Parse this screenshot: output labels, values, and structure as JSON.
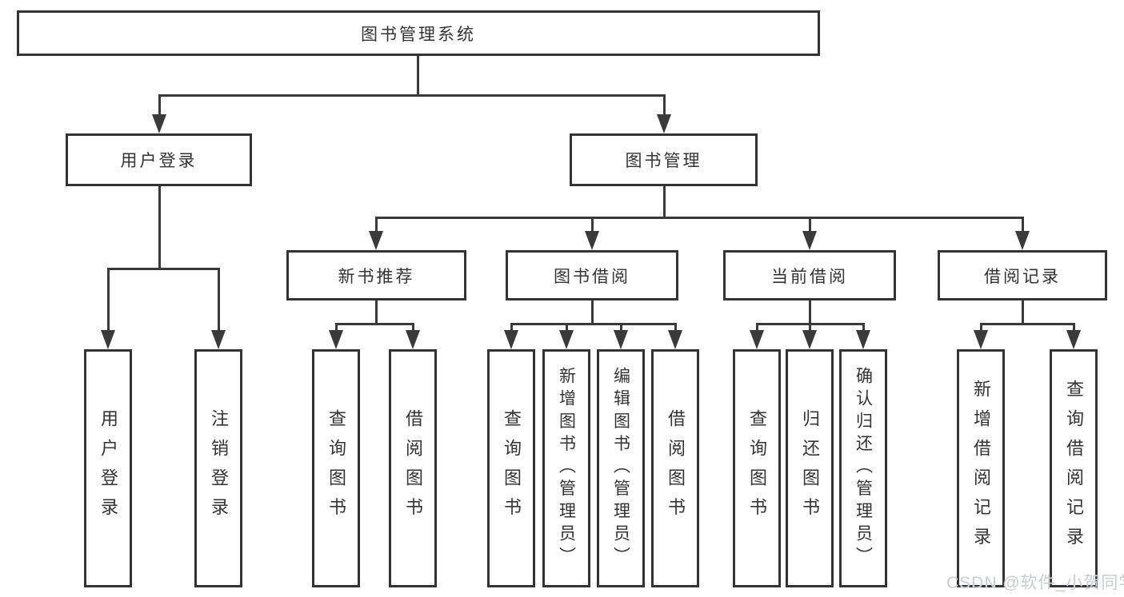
{
  "diagram": {
    "title": "图书管理系统",
    "level2": {
      "user_login": "用户登录",
      "book_management": "图书管理"
    },
    "level3": {
      "new_book_recommendation": "新书推荐",
      "book_borrowing": "图书借阅",
      "current_borrowing": "当前借阅",
      "borrowing_records": "借阅记录"
    },
    "leaves": {
      "user_login": [
        "用户登录",
        "注销登录"
      ],
      "new_book_recommendation": [
        "查询图书",
        "借阅图书"
      ],
      "book_borrowing": [
        "查询图书",
        "新增图书（管理员）",
        "编辑图书（管理员）",
        "借阅图书"
      ],
      "current_borrowing": [
        "查询图书",
        "归还图书",
        "确认归还（管理员）"
      ],
      "borrowing_records": [
        "新增借阅记录",
        "查询借阅记录"
      ]
    }
  },
  "watermark": "CSDN @软件_小贺同学",
  "colors": {
    "line": "#3a3a3a",
    "border": "#333333",
    "text": "#333333",
    "background": "#ffffff",
    "watermark": "#c9ccd2"
  }
}
